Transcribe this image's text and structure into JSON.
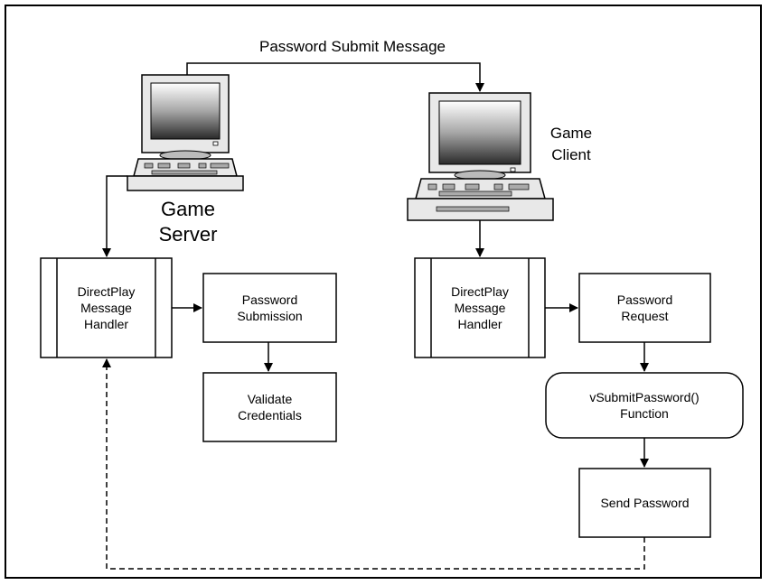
{
  "top_arrow_label": "Password Submit Message",
  "server": {
    "label_line1": "Game",
    "label_line2": "Server"
  },
  "client": {
    "label_line1": "Game",
    "label_line2": "Client"
  },
  "left": {
    "handler": [
      "DirectPlay",
      "Message",
      "Handler"
    ],
    "password_submission": [
      "Password",
      "Submission"
    ],
    "validate_credentials": [
      "Validate",
      "Credentials"
    ]
  },
  "right": {
    "handler": [
      "DirectPlay",
      "Message",
      "Handler"
    ],
    "password_request": [
      "Password",
      "Request"
    ],
    "submit_function": [
      "vSubmitPassword()",
      "Function"
    ],
    "send_password": "Send Password"
  }
}
